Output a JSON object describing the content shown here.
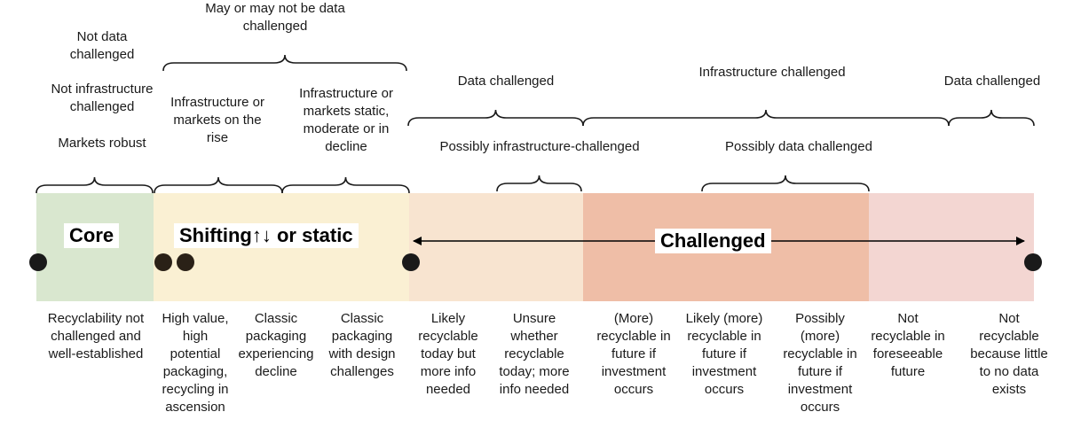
{
  "zones": [
    {
      "id": "core",
      "color": "#d9e7cf"
    },
    {
      "id": "shifting",
      "color": "#faf0d3"
    },
    {
      "id": "challenged-light",
      "color": "#f8e4d0"
    },
    {
      "id": "challenged-mid",
      "color": "#efbea7"
    },
    {
      "id": "challenged-pink",
      "color": "#f3d6d2"
    }
  ],
  "zone_titles": {
    "core": "Core",
    "shifting": "Shifting↑↓ or static",
    "challenged": "Challenged"
  },
  "top_labels": {
    "not_data": "Not data challenged",
    "may_or_may_not": "May or may not be data challenged",
    "not_infra": "Not infrastructure challenged",
    "markets_robust": "Markets robust",
    "infra_rise": "Infrastructure or markets on the rise",
    "infra_static": "Infrastructure or markets static, moderate or in decline",
    "data_challenged_left": "Data challenged",
    "infra_challenged": "Infrastructure challenged",
    "data_challenged_right": "Data challenged",
    "possibly_infra": "Possibly infrastructure-challenged",
    "possibly_data": "Possibly data challenged"
  },
  "bottom_labels": [
    "Recyclability not challenged and well-established",
    "High value, high potential packaging, recycling in ascension",
    "Classic packaging experiencing decline",
    "Classic packaging with design challenges",
    "Likely recyclable today but more info needed",
    "Unsure whether recyclable today; more info needed",
    "(More) recyclable in future if investment occurs",
    "Likely (more) recyclable in future if investment occurs",
    "Possibly (more) recyclable in future if investment occurs",
    "Not recyclable in foreseeable future",
    "Not recyclable because little to no data exists"
  ],
  "colors": {
    "line": "#2a2219",
    "dot": "#1a1a1a",
    "brace": "#1a1a1a"
  }
}
